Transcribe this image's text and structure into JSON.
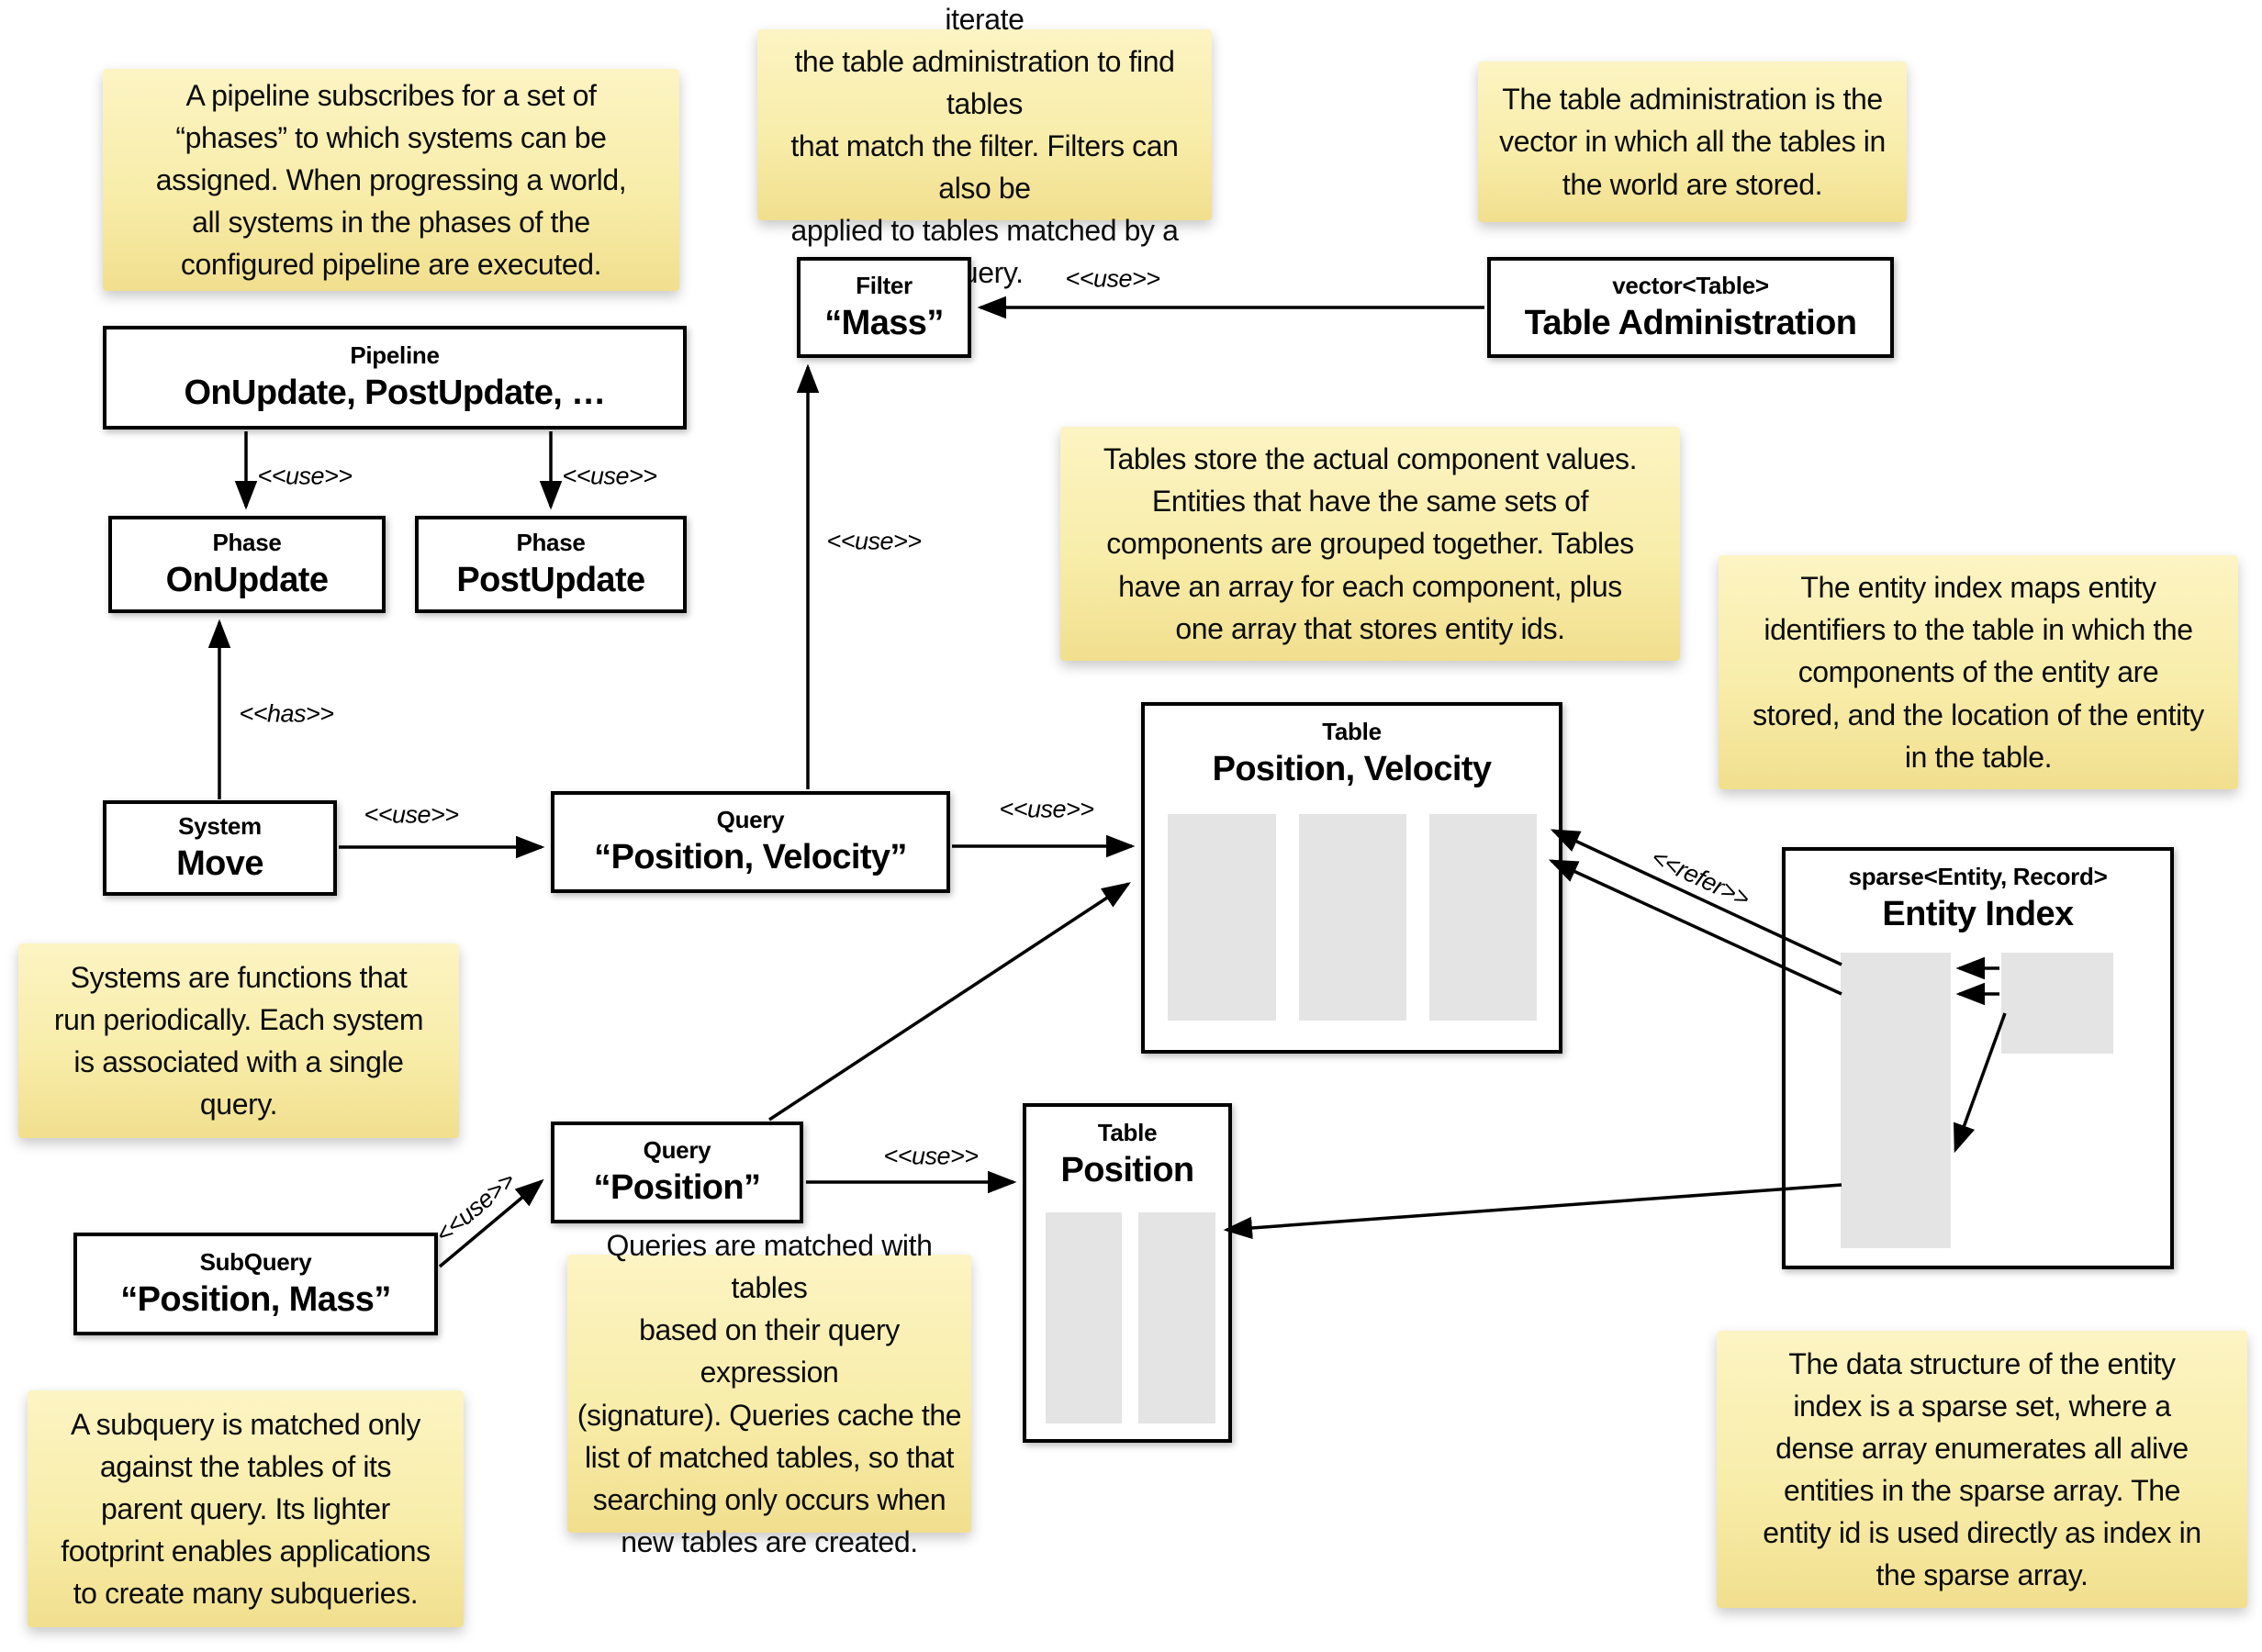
{
  "notes": {
    "pipeline": "A pipeline subscribes for a set of\n“phases” to which systems can be\nassigned. When progressing a world,\nall systems in the phases of the\nconfigured pipeline are executed.",
    "filters": "Filters are stateless objects that iterate\nthe table administration to find tables\nthat match the filter. Filters can also be\napplied to tables matched by a query.",
    "table_admin": "The table administration is the\nvector in which all the tables in\nthe world are stored.",
    "tables": "Tables store the actual component values.\nEntities that have the same sets of\ncomponents are grouped together. Tables\nhave an array for each component, plus\none array that stores entity ids.",
    "entity_index": "The entity index maps entity\nidentifiers to the table in which the\ncomponents of the entity are\nstored, and the location of the entity\nin the table.",
    "systems": "Systems are functions that\nrun periodically. Each system\nis associated with a single\nquery.",
    "queries": "Queries are matched with tables\nbased on their query expression\n(signature). Queries cache the\nlist of matched tables, so that\nsearching only occurs when\nnew tables are created.",
    "subquery": "A subquery is matched only\nagainst the tables of its\nparent query. Its lighter\nfootprint enables applications\nto create many subqueries.",
    "sparse_set": "The data structure of the entity\nindex is a sparse set, where a\ndense array enumerates all alive\nentities in the sparse array. The\nentity id is used directly as index in\nthe sparse array."
  },
  "boxes": {
    "pipeline": {
      "stereotype": "Pipeline",
      "name": "OnUpdate, PostUpdate, …"
    },
    "phase_onupdate": {
      "stereotype": "Phase",
      "name": "OnUpdate"
    },
    "phase_postupdate": {
      "stereotype": "Phase",
      "name": "PostUpdate"
    },
    "filter": {
      "stereotype": "Filter",
      "name": "“Mass”"
    },
    "table_admin": {
      "stereotype": "vector<Table>",
      "name": "Table Administration"
    },
    "system": {
      "stereotype": "System",
      "name": "Move"
    },
    "query_pv": {
      "stereotype": "Query",
      "name": "“Position, Velocity”"
    },
    "table_pv": {
      "stereotype": "Table",
      "name": "Position, Velocity"
    },
    "entity_index": {
      "stereotype": "sparse<Entity, Record>",
      "name": "Entity Index"
    },
    "query_p": {
      "stereotype": "Query",
      "name": "“Position”"
    },
    "table_p": {
      "stereotype": "Table",
      "name": "Position"
    },
    "subquery": {
      "stereotype": "SubQuery",
      "name": "“Position, Mass”"
    }
  },
  "labels": {
    "use": "<<use>>",
    "has": "<<has>>",
    "refer": "<<refer>>"
  },
  "colors": {
    "note_top": "#fcf4c3",
    "note_bottom": "#f1df8e",
    "box_border": "#000000",
    "array_gray": "#e4e4e4"
  }
}
